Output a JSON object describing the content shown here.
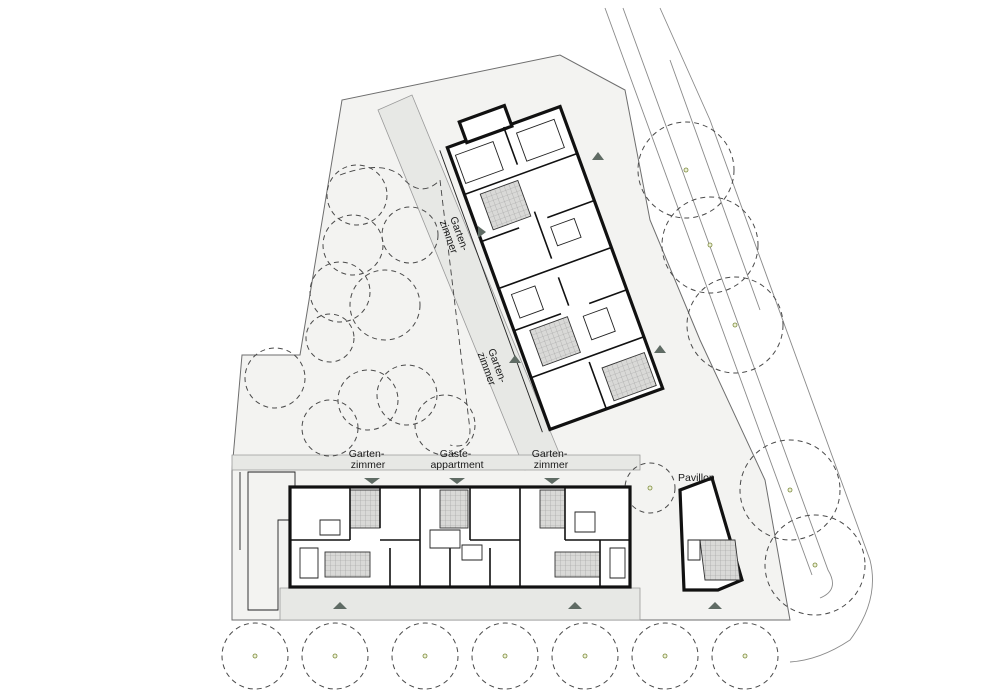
{
  "labels": {
    "gartenzimmer_top": [
      "Garten-",
      "zimmer"
    ],
    "gartenzimmer_mid": [
      "Garten-",
      "zimmer"
    ],
    "gartenzimmer_left": [
      "Garten-",
      "zimmer"
    ],
    "gaesteappartment": [
      "Gäste-",
      "appartment"
    ],
    "gartenzimmer_right": [
      "Garten-",
      "zimmer"
    ],
    "pavillon": "Pavillon"
  },
  "colors": {
    "tree_trunk": "#7c8a3c",
    "entrance_arrow": "#5f6b64",
    "paving": "#e7e8e5"
  }
}
